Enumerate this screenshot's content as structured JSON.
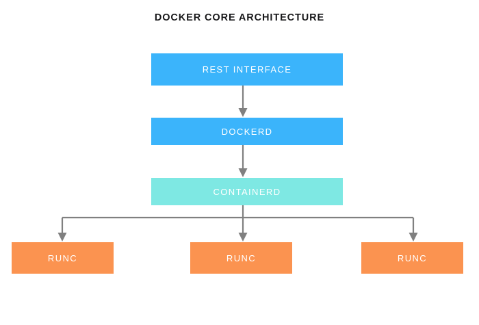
{
  "diagram": {
    "title": "DOCKER CORE ARCHITECTURE",
    "background_color": "#ffffff",
    "title_color": "#18181a",
    "connector_color": "#808080",
    "nodes": [
      {
        "id": "rest-interface",
        "label": "REST INTERFACE",
        "color": "#3bb4fb",
        "text_color": "#ffffff",
        "layer": 1
      },
      {
        "id": "dockerd",
        "label": "DOCKERD",
        "color": "#3bb4fb",
        "text_color": "#ffffff",
        "layer": 2
      },
      {
        "id": "containerd",
        "label": "CONTAINERD",
        "color": "#7ee8e3",
        "text_color": "#ffffff",
        "layer": 3
      },
      {
        "id": "runc-1",
        "label": "RUNC",
        "color": "#fb9350",
        "text_color": "#ffffff",
        "layer": 4
      },
      {
        "id": "runc-2",
        "label": "RUNC",
        "color": "#fb9350",
        "text_color": "#ffffff",
        "layer": 4
      },
      {
        "id": "runc-3",
        "label": "RUNC",
        "color": "#fb9350",
        "text_color": "#ffffff",
        "layer": 4
      }
    ],
    "edges": [
      {
        "from": "rest-interface",
        "to": "dockerd",
        "style": "straight-arrow"
      },
      {
        "from": "dockerd",
        "to": "containerd",
        "style": "straight-arrow"
      },
      {
        "from": "containerd",
        "to": "runc-1",
        "style": "elbow-arrow"
      },
      {
        "from": "containerd",
        "to": "runc-2",
        "style": "straight-arrow"
      },
      {
        "from": "containerd",
        "to": "runc-3",
        "style": "elbow-arrow"
      }
    ]
  }
}
